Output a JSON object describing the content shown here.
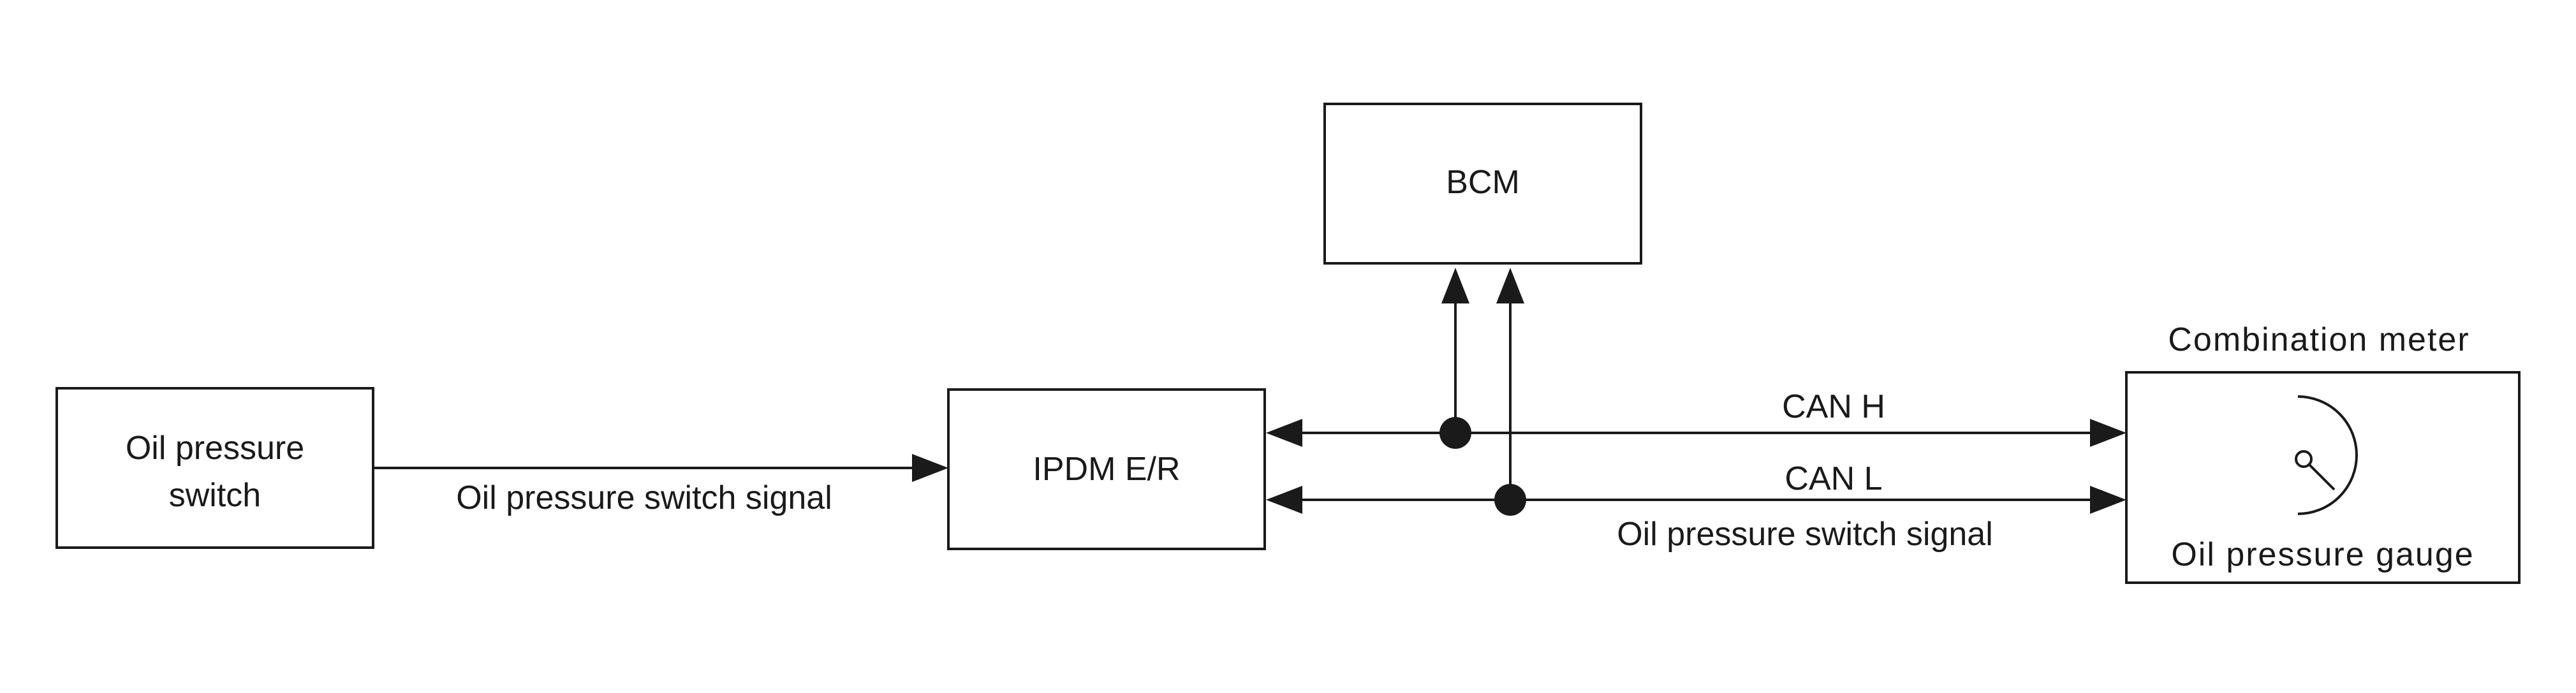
{
  "blocks": {
    "oil_pressure_switch": {
      "line1": "Oil pressure",
      "line2": "switch"
    },
    "ipdm": {
      "label": "IPDM E/R"
    },
    "bcm": {
      "label": "BCM"
    },
    "combination_meter": {
      "title": "Combination meter",
      "gauge_label": "Oil pressure gauge",
      "gauge_icon": "gauge-icon"
    }
  },
  "signals": {
    "switch_to_ipdm": "Oil pressure switch signal",
    "can_h": "CAN H",
    "can_l": "CAN L",
    "can_to_meter": "Oil pressure switch signal"
  },
  "colors": {
    "line": "#1a1a1a",
    "background": "#ffffff"
  }
}
